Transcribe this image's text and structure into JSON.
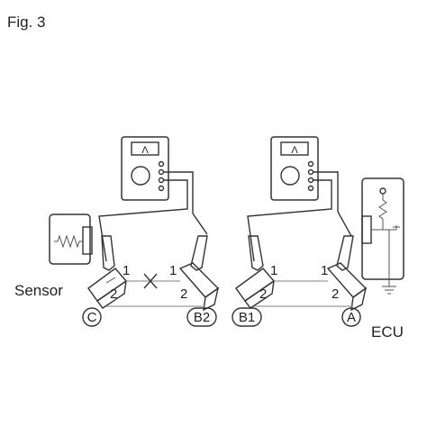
{
  "figure_label": "Fig. 3",
  "labels": {
    "sensor": "Sensor",
    "ecu": "ECU",
    "connector_c": "C",
    "connector_b2": "B2",
    "connector_b1": "B1",
    "connector_a": "A"
  },
  "pin_numbers": {
    "left_c_pin1": "1",
    "left_c_pin2": "2",
    "left_b2_pin1": "1",
    "left_b2_pin2": "2",
    "right_b1_pin1": "1",
    "right_b1_pin2": "2",
    "right_a_pin1": "1",
    "right_a_pin2": "2"
  },
  "meters": {
    "left_display": "Λ",
    "right_display": "Λ"
  }
}
